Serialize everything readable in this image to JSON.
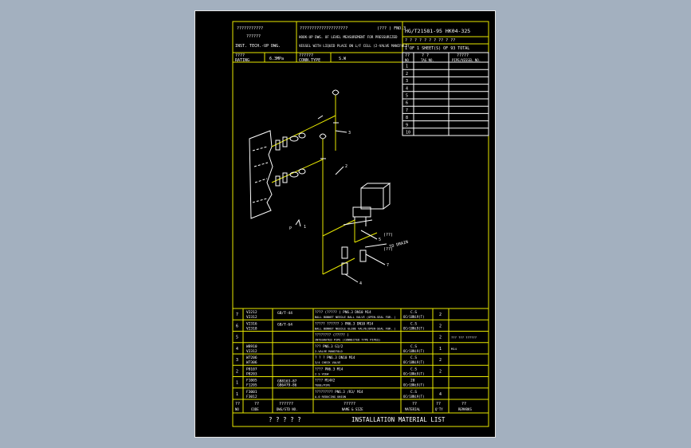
{
  "header": {
    "left_line1": "???????????",
    "left_line2": "??????",
    "left_line3": "INST. TECH.-UP DWG.",
    "mid_line1": "????????????????????",
    "mid_scale": "(??? ) FNO.3",
    "mid_line2": "HOOK-UP DWG. OF LEVEL MEASUREMENT FOR PRESSURIZED",
    "mid_line3": "VESSEL WITH LIQUID PLACE ON L/F CELL (2-VALVE MANIFOLD)",
    "drawing_no": "HG/T21581-95  HK04-325",
    "sheet_line1": "? ?  ? ? ? ?     ? ?? ? ??",
    "sheet_line2": "1 OF 1 SHEET(S) OF 93 TOTAL",
    "rating_label": "????",
    "rating_sub": "RATING",
    "rating_value": "6.3MPa",
    "conn_label": "??????",
    "conn_sub": "CONN.TYPE",
    "conn_value": "S.W"
  },
  "tag_table": {
    "header_no": "??",
    "header_no_sub": "NO",
    "header_tag": "?  ?",
    "header_tag_sub": "TAG NO.",
    "header_pipe": "?????",
    "header_pipe_sub": "PIPE/VESSEL NO.",
    "rows": [
      "1",
      "2",
      "3",
      "4",
      "5",
      "6",
      "7",
      "8",
      "9",
      "10"
    ]
  },
  "diagram": {
    "callouts": [
      "3",
      "2",
      "5",
      "7",
      "4",
      "P",
      "1"
    ],
    "label_plant": "(??)",
    "label_drain": "(??)",
    "drain_text": "TO DRAIN"
  },
  "material_list": {
    "rows": [
      {
        "no": "7",
        "code1": "V2212",
        "code2": "V2312",
        "dwg": "GB/T-44",
        "name1": "????  (?????  )    PN6.3 DN10   M14",
        "name2": "BALL BONNET NEEDLE BALL VALVE (OPEN-SEAL FOR. )",
        "mat1": "C.S",
        "mat2": "OCr18Ni9(T)",
        "qty": "2",
        "rem": ""
      },
      {
        "no": "6",
        "code1": "V2316",
        "code2": "V2318",
        "dwg": "GB/T-64",
        "name1": "?????  ??????  )  PN6.3 DN10   M14",
        "name2": "BALL BONNET NEEDLE GLOBE VALVE(OPEN-SEAL FOR. )",
        "mat1": "C.S",
        "mat2": "OCr18Ni9(T)",
        "qty": "2",
        "rem": ""
      },
      {
        "no": "5",
        "code1": "",
        "code2": "",
        "dwg": "",
        "name1": "????????  (?????  )",
        "name2": "INTEGRATED PIPE (CONNECTED TYPE PIPES)",
        "mat1": "",
        "mat2": "",
        "qty": "2",
        "rem": "???  ???  ??????"
      },
      {
        "no": "4",
        "code1": "W8910",
        "code2": "V2312",
        "dwg": "",
        "name1": "???               PN6.3 G1/2",
        "name2": "2-VALVE MANIFOLD",
        "mat1": "C.S",
        "mat2": "OCr18Ni9(T)",
        "qty": "1",
        "rem": "M14"
      },
      {
        "no": "3",
        "code1": "W7206",
        "code2": "W7306",
        "dwg": "",
        "name1": "? ? ?              PN6.3 DN10   M14",
        "name2": "3/4 CHECK VALVE",
        "mat1": "C.S",
        "mat2": "OCr18Ni9(T)",
        "qty": "2",
        "rem": ""
      },
      {
        "no": "2",
        "code1": "P8107",
        "code2": "P8203",
        "dwg": "",
        "name1": "????              PN6.3   M14",
        "name2": "2 S VIEW",
        "mat1": "C.S",
        "mat2": "OCr18Ni9(T)",
        "qty": "2",
        "rem": ""
      },
      {
        "no": "1",
        "code1": "F1005",
        "code2": "F1205",
        "dwg": "GB8163-87",
        "dwg2": "GB6479-86",
        "name1": "????               M14X2",
        "name2": "TUBE/PIPE",
        "mat1": "20",
        "mat2": "OCr18Ni9(T)",
        "qty": "",
        "rem": ""
      },
      {
        "no": "1",
        "code1": "F3001",
        "code2": "F3012",
        "dwg": "",
        "name1": "?????????          PN6.3  /R3/  M14",
        "name2": "A-0 REDUCING UNION",
        "mat1": "C.S",
        "mat2": "OCr18Ni9(T)",
        "qty": "4",
        "rem": ""
      }
    ],
    "head_no": "??",
    "head_no_sub": "NO",
    "head_code": "??",
    "head_code_sub": "CODE",
    "head_dwg": "??????",
    "head_dwg_sub": "DWG/STD NO.",
    "head_name": "?????",
    "head_name_sub": "NAME & SIZE",
    "head_mat": "??",
    "head_mat_sub": "MATERIAL",
    "head_qty": "??",
    "head_qty_sub": "Q'TY",
    "head_rem": "??",
    "head_rem_sub": "REMARKS",
    "footer_left": "? ? ? ? ?",
    "footer_title": "INSTALLATION MATERIAL LIST"
  }
}
